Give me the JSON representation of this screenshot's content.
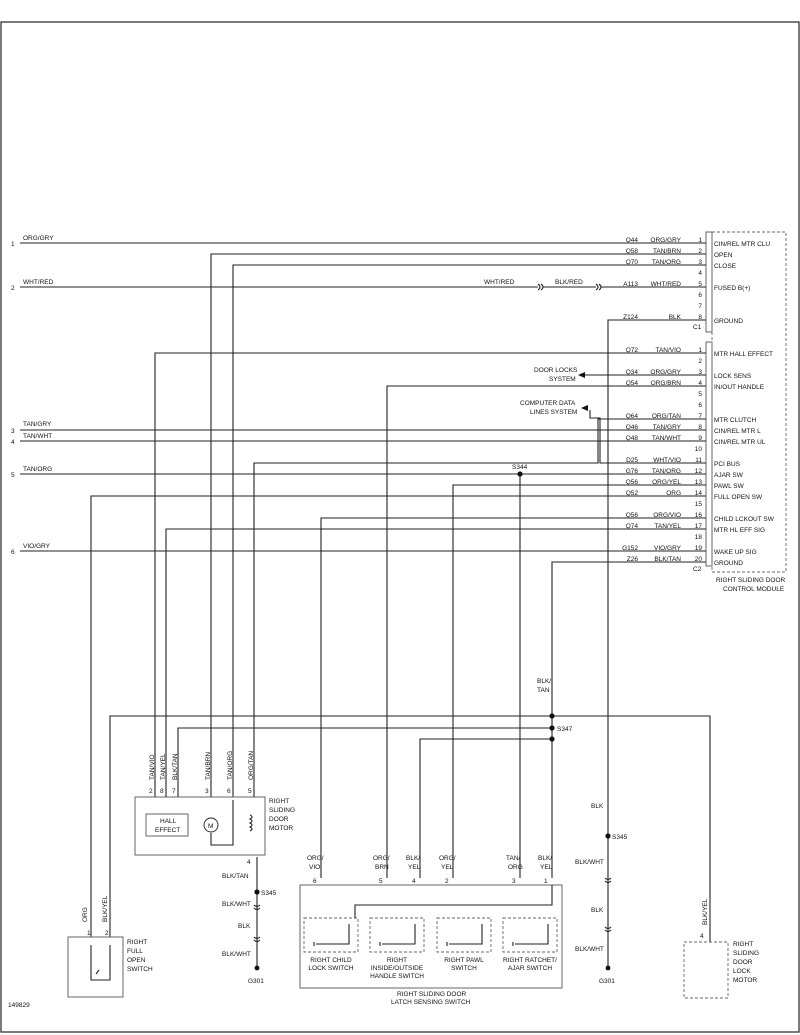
{
  "figure_id": "149829",
  "left_pins": [
    "1",
    "2",
    "3",
    "4",
    "5",
    "6"
  ],
  "left_wires": [
    "ORG/GRY",
    "WHT/RED",
    "TAN/GRY",
    "TAN/WHT",
    "TAN/ORG",
    "VIO/GRY"
  ],
  "module": {
    "title": [
      "RIGHT SLIDING DOOR",
      "CONTROL MODULE"
    ],
    "c1_label": "C1",
    "c2_label": "C2",
    "pins": [
      {
        "circuit": "Q44",
        "color": "ORG/GRY",
        "pin": "1",
        "signal": "CIN/REL MTR CLU"
      },
      {
        "circuit": "Q58",
        "color": "TAN/BRN",
        "pin": "2",
        "signal": "OPEN"
      },
      {
        "circuit": "Q70",
        "color": "TAN/ORG",
        "pin": "3",
        "signal": "CLOSE"
      },
      {
        "circuit": "",
        "color": "",
        "pin": "4",
        "signal": ""
      },
      {
        "circuit": "A113",
        "color": "WHT/RED",
        "pin": "5",
        "signal": "FUSED B(+)"
      },
      {
        "circuit": "",
        "color": "",
        "pin": "6",
        "signal": ""
      },
      {
        "circuit": "",
        "color": "",
        "pin": "7",
        "signal": ""
      },
      {
        "circuit": "Z124",
        "color": "BLK",
        "pin": "8",
        "signal": "GROUND"
      },
      {
        "circuit": "Q72",
        "color": "TAN/VIO",
        "pin": "1",
        "signal": "MTR HALL EFFECT"
      },
      {
        "circuit": "",
        "color": "",
        "pin": "2",
        "signal": ""
      },
      {
        "circuit": "Q34",
        "color": "ORG/GRY",
        "pin": "3",
        "signal": "LOCK SENS"
      },
      {
        "circuit": "Q54",
        "color": "ORG/BRN",
        "pin": "4",
        "signal": "IN/OUT HANDLE"
      },
      {
        "circuit": "",
        "color": "",
        "pin": "5",
        "signal": ""
      },
      {
        "circuit": "",
        "color": "",
        "pin": "6",
        "signal": ""
      },
      {
        "circuit": "Q64",
        "color": "ORG/TAN",
        "pin": "7",
        "signal": "MTR CLUTCH"
      },
      {
        "circuit": "Q46",
        "color": "TAN/GRY",
        "pin": "8",
        "signal": "CIN/REL MTR L"
      },
      {
        "circuit": "Q48",
        "color": "TAN/WHT",
        "pin": "9",
        "signal": "CIN/REL MTR UL"
      },
      {
        "circuit": "",
        "color": "",
        "pin": "10",
        "signal": ""
      },
      {
        "circuit": "D25",
        "color": "WHT/VIO",
        "pin": "11",
        "signal": "PCI BUS"
      },
      {
        "circuit": "G76",
        "color": "TAN/ORG",
        "pin": "12",
        "signal": "AJAR SW"
      },
      {
        "circuit": "Q56",
        "color": "ORG/YEL",
        "pin": "13",
        "signal": "PAWL SW"
      },
      {
        "circuit": "Q52",
        "color": "ORG",
        "pin": "14",
        "signal": "FULL OPEN SW"
      },
      {
        "circuit": "",
        "color": "",
        "pin": "15",
        "signal": ""
      },
      {
        "circuit": "Q56",
        "color": "ORG/VIO",
        "pin": "16",
        "signal": "CHILD LCKOUT SW"
      },
      {
        "circuit": "Q74",
        "color": "TAN/YEL",
        "pin": "17",
        "signal": "MTR HL EFF SIG"
      },
      {
        "circuit": "",
        "color": "",
        "pin": "18",
        "signal": ""
      },
      {
        "circuit": "G152",
        "color": "VIO/GRY",
        "pin": "19",
        "signal": "WAKE UP SIG"
      },
      {
        "circuit": "Z26",
        "color": "BLK/TAN",
        "pin": "20",
        "signal": "GROUND"
      }
    ]
  },
  "inline": {
    "wht_red_left": "WHT/RED",
    "blk_red": "BLK/RED",
    "door_locks": [
      "DOOR LOCKS",
      "SYSTEM"
    ],
    "comp_data": [
      "COMPUTER DATA",
      "LINES SYSTEM"
    ],
    "s344": "S344",
    "s347": "S347",
    "s345": "S345",
    "g301": "G301",
    "blk_tan_vertical": [
      "BLK/",
      "TAN"
    ],
    "blk": "BLK",
    "blk_wht": "BLK/WHT",
    "blk_tan": "BLK/TAN",
    "org": "ORG",
    "blk_yel": "BLK/YEL"
  },
  "motor": {
    "title": [
      "RIGHT",
      "SLIDING",
      "DOOR",
      "MOTOR"
    ],
    "hall_effect": [
      "HALL",
      "EFFECT"
    ],
    "m_symbol": "M",
    "pin_numbers": [
      "2",
      "8",
      "7",
      "3",
      "6",
      "5"
    ],
    "wire_colors": [
      "TAN/VIO",
      "TAN/YEL",
      "BLK/TAN",
      "TAN/BRN",
      "TAN/ORG",
      "ORG/TAN"
    ],
    "bottom_pin": "4"
  },
  "latch": {
    "title": [
      "RIGHT SLIDING DOOR",
      "LATCH SENSING SWITCH"
    ],
    "pins": [
      "6",
      "5",
      "4",
      "2",
      "3",
      "1"
    ],
    "wire_colors": [
      [
        "ORG/",
        "VIO"
      ],
      [
        "ORG/",
        "BRN"
      ],
      [
        "BLK/",
        "YEL"
      ],
      [
        "ORG/",
        "YEL"
      ],
      [
        "TAN/",
        "ORG"
      ],
      [
        "BLK/",
        "YEL"
      ]
    ],
    "switches": [
      [
        "RIGHT CHILD",
        "LOCK SWITCH"
      ],
      [
        "RIGHT",
        "INSIDE/OUTSIDE",
        "HANDLE SWITCH"
      ],
      [
        "RIGHT PAWL",
        "SWITCH"
      ],
      [
        "RIGHT RATCHET/",
        "AJAR SWITCH"
      ]
    ]
  },
  "full_open": {
    "title": [
      "RIGHT",
      "FULL",
      "OPEN",
      "SWITCH"
    ],
    "pins": [
      "1",
      "2"
    ]
  },
  "lock_motor": {
    "title": [
      "RIGHT",
      "SLIDING",
      "DOOR",
      "LOCK",
      "MOTOR"
    ],
    "pin": "4"
  }
}
